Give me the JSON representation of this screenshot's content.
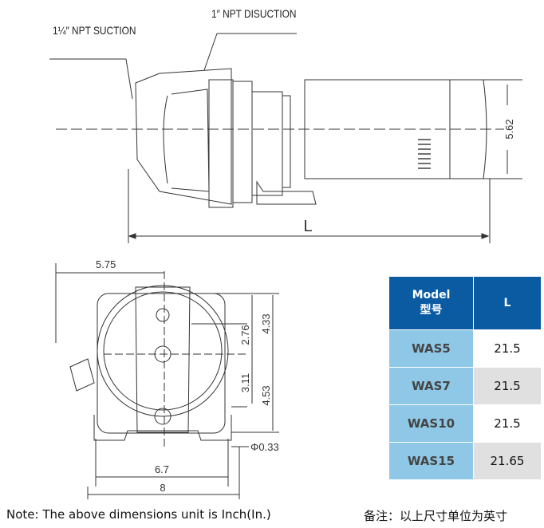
{
  "side_view": {
    "suction_label": "1¼″ NPT SUCTION",
    "discharge_label": "1″ NPT DISUCTION",
    "height_dim": "5.62",
    "length_dim": "L"
  },
  "front_view": {
    "width_half": "5.75",
    "base_width": "6.7",
    "overall_width": "8",
    "upper_to_center": "2.76",
    "center_to_lower": "3.11",
    "top_to_center": "4.33",
    "center_to_base": "4.53",
    "hole_dia": "Φ0.33"
  },
  "table": {
    "headers": {
      "model": "Model",
      "model_cn": "型号",
      "length": "L"
    },
    "rows": [
      {
        "model": "WAS5",
        "L": "21.5"
      },
      {
        "model": "WAS7",
        "L": "21.5"
      },
      {
        "model": "WAS10",
        "L": "21.5"
      },
      {
        "model": "WAS15",
        "L": "21.65"
      }
    ],
    "colors": {
      "header": "#0b5ba3",
      "model_cell": "#8ec8e6",
      "alt_row": "#e0e0e0"
    }
  },
  "notes": {
    "en": "Note: The above dimensions unit is Inch(In.)",
    "cn": "备注：以上尺寸单位为英寸"
  }
}
